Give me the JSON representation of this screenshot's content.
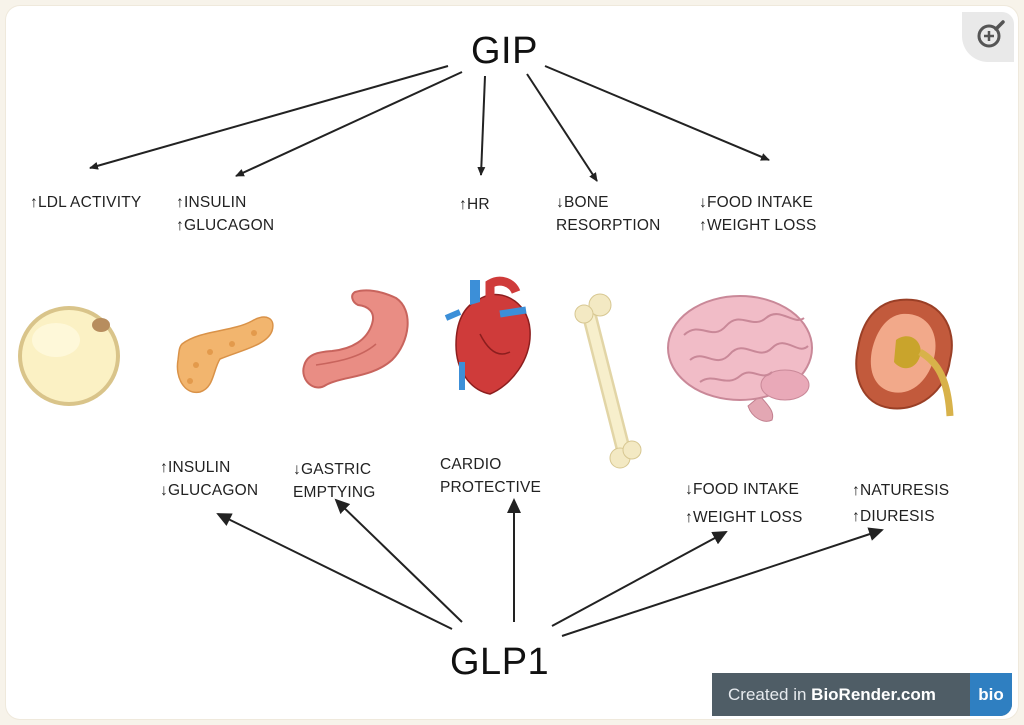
{
  "diagram": {
    "gip_label": "GIP",
    "glp1_label": "GLP1",
    "gip_effects": {
      "ldl": "↑LDL ACTIVITY",
      "pancreas_line1": "↑INSULIN",
      "pancreas_line2": "↑GLUCAGON",
      "heart": "↑HR",
      "bone_line1": "↓BONE",
      "bone_line2": "RESORPTION",
      "brain_line1": "↓FOOD INTAKE",
      "brain_line2": "↑WEIGHT LOSS"
    },
    "glp1_effects": {
      "pancreas_line1": "↑INSULIN",
      "pancreas_line2": "↓GLUCAGON",
      "stomach_line1": "↓GASTRIC",
      "stomach_line2": "EMPTYING",
      "heart_line1": "CARDIO",
      "heart_line2": "PROTECTIVE",
      "brain_line1": "↓FOOD INTAKE",
      "brain_line2": "↑WEIGHT LOSS",
      "kidney_line1": "↑NATURESIS",
      "kidney_line2": "↑DIURESIS"
    },
    "organ_icons": [
      "adipocyte-icon",
      "pancreas-icon",
      "stomach-icon",
      "heart-icon",
      "bone-icon",
      "brain-icon",
      "kidney-icon"
    ]
  },
  "credit": {
    "prefix": "Created in ",
    "brand": "BioRender.com",
    "logo": "bio"
  },
  "viewer": {
    "zoom_icon": "zoom-in-icon"
  }
}
